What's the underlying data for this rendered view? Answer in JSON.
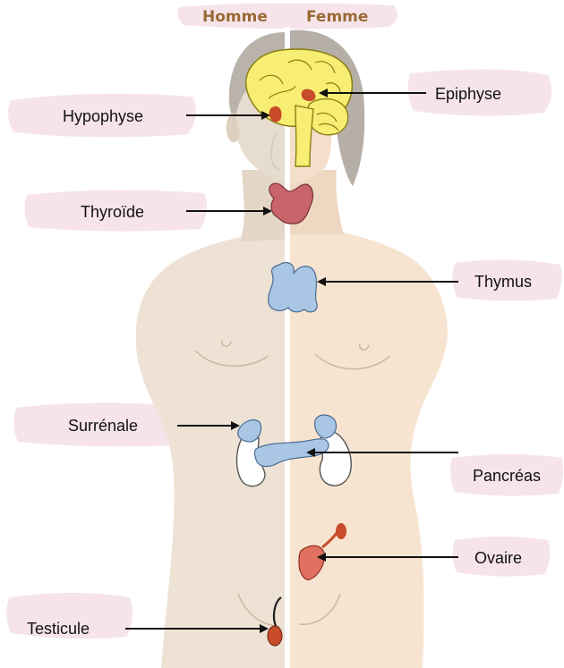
{
  "header": {
    "left": "Homme",
    "right": "Femme"
  },
  "labels": {
    "hypophyse": "Hypophyse",
    "epiphyse": "Epiphyse",
    "thyroide": "Thyroïde",
    "thymus": "Thymus",
    "surrenale": "Surrénale",
    "pancreas": "Pancréas",
    "ovaire": "Ovaire",
    "testicule": "Testicule"
  },
  "colors": {
    "label_blob": "#f6e4ea",
    "skin_left": "#ede2d4",
    "skin_right": "#f7e4d0",
    "hair_left": "#b9b3ac",
    "hair_right": "#b5afa7",
    "brain": "#f7ee73",
    "thyroid": "#c8646a",
    "thymus": "#a9c6e4",
    "kidney": "#ffffff",
    "gland_red": "#c84b2a"
  }
}
